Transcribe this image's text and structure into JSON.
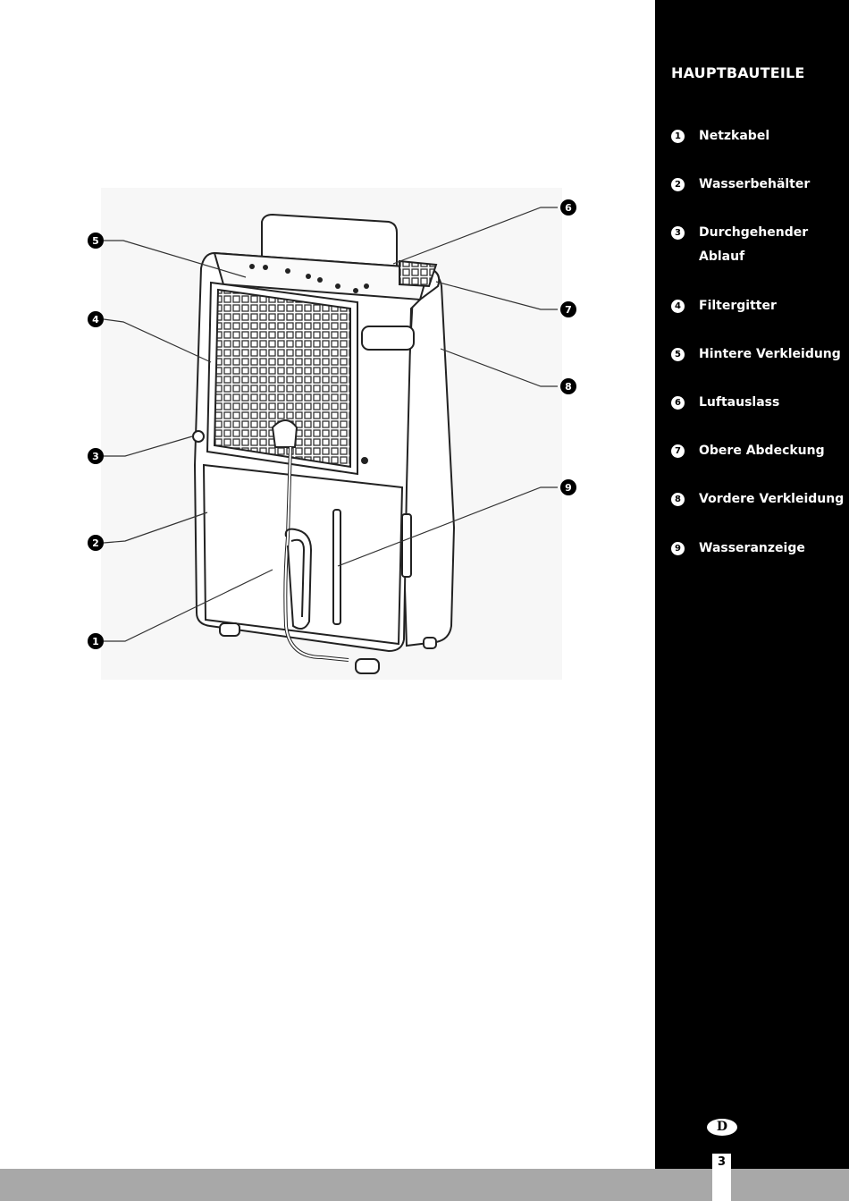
{
  "sidebar": {
    "title": "HAUPTBAUTEILE",
    "items": [
      {
        "num": "1",
        "label": "Netzkabel"
      },
      {
        "num": "2",
        "label": "Wasserbehälter"
      },
      {
        "num": "3",
        "label": "Durchgehender Ablauf"
      },
      {
        "num": "4",
        "label": "Filtergitter"
      },
      {
        "num": "5",
        "label": "Hintere Verkleidung"
      },
      {
        "num": "6",
        "label": "Luftauslass"
      },
      {
        "num": "7",
        "label": "Obere Abdeckung"
      },
      {
        "num": "8",
        "label": "Vordere Verkleidung"
      },
      {
        "num": "9",
        "label": "Wasseranzeige"
      }
    ]
  },
  "callouts": [
    "1",
    "2",
    "3",
    "4",
    "5",
    "6",
    "7",
    "8",
    "9"
  ],
  "language_badge": "D",
  "page_number": "3"
}
